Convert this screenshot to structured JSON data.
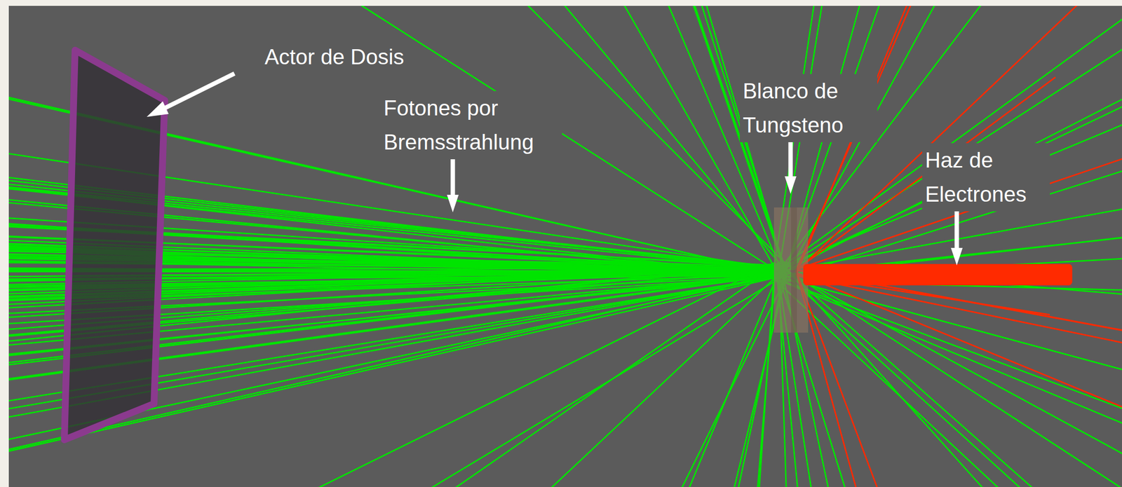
{
  "diagram": {
    "labels": [
      "Actor de Dosis",
      "Fotones por Bremsstrahlung",
      "Blanco de Tungsteno",
      "Haz de Electrones"
    ]
  }
}
